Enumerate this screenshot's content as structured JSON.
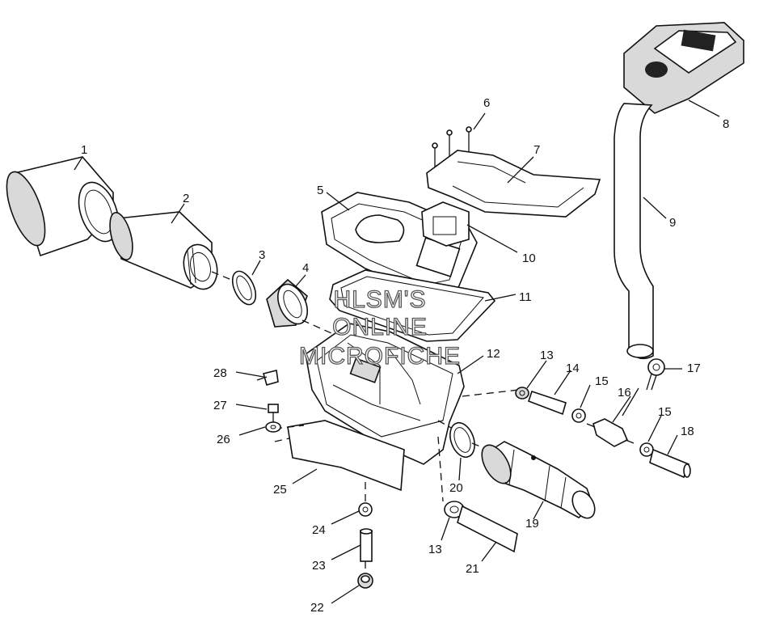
{
  "watermark": {
    "line1": "HLSM'S",
    "line2": "ONLINE",
    "line3": "MICROFICHE"
  },
  "callouts": [
    "1",
    "2",
    "3",
    "4",
    "5",
    "6",
    "7",
    "8",
    "9",
    "10",
    "11",
    "12",
    "13",
    "13",
    "14",
    "15",
    "15",
    "16",
    "17",
    "18",
    "19",
    "20",
    "21",
    "22",
    "23",
    "24",
    "25",
    "26",
    "27",
    "28"
  ],
  "colors": {
    "ink": "#111111",
    "paper": "#ffffff",
    "shade": "#d9d9d9"
  }
}
